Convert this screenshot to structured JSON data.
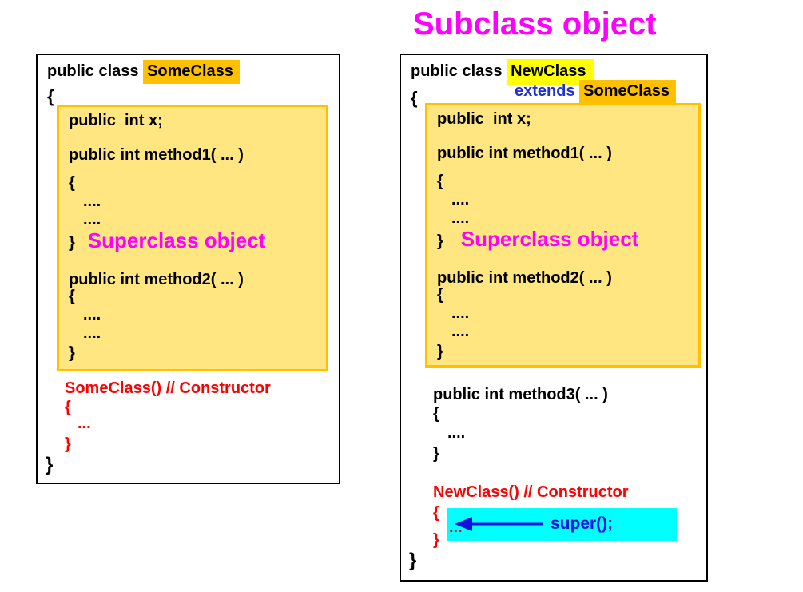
{
  "title": {
    "text": "Subclass object"
  },
  "colors": {
    "title_magenta": "#FF00FF",
    "superclass_label_magenta": "#FF00FF",
    "highlight_yellow": "#FFFF00",
    "highlight_amber": "#FFC000",
    "superclass_box_fill": "#FFE680",
    "superclass_box_border": "#FFC000",
    "constructor_red": "#FF0000",
    "extends_keyword_blue": "#2233CC",
    "super_call_blue": "#1111DD",
    "super_call_background_cyan": "#00FFFF"
  },
  "left_panel": {
    "header": {
      "prefix": "public class ",
      "class_name": "SomeClass"
    },
    "open_brace": "{",
    "superclass_box": {
      "label": "Superclass object",
      "lines": [
        "public  int x;",
        "public int method1( ... )",
        "{",
        "....",
        "....",
        "}",
        "public int method2( ... )",
        "{",
        "....",
        "....",
        "}"
      ]
    },
    "constructor": {
      "signature": "SomeClass() // Constructor",
      "open": "{",
      "body": "...",
      "close": "}"
    },
    "close_brace": "}"
  },
  "right_panel": {
    "header": {
      "prefix": "public class ",
      "class_name": "NewClass"
    },
    "extends_line": {
      "keyword": "extends",
      "separator": " ",
      "parent_class": "SomeClass"
    },
    "open_brace": "{",
    "superclass_box": {
      "label": "Superclass object",
      "lines": [
        "public  int x;",
        "public int method1( ... )",
        "{",
        "....",
        "....",
        "}",
        "public int method2( ... )",
        "{",
        "....",
        "....",
        "}"
      ]
    },
    "method3": {
      "lines": [
        "public int method3( ... )",
        "{",
        "....",
        "}"
      ]
    },
    "constructor": {
      "signature": "NewClass() // Constructor",
      "open": "{",
      "body": "...",
      "close": "}",
      "super_call": "super();"
    },
    "close_brace": "}"
  }
}
